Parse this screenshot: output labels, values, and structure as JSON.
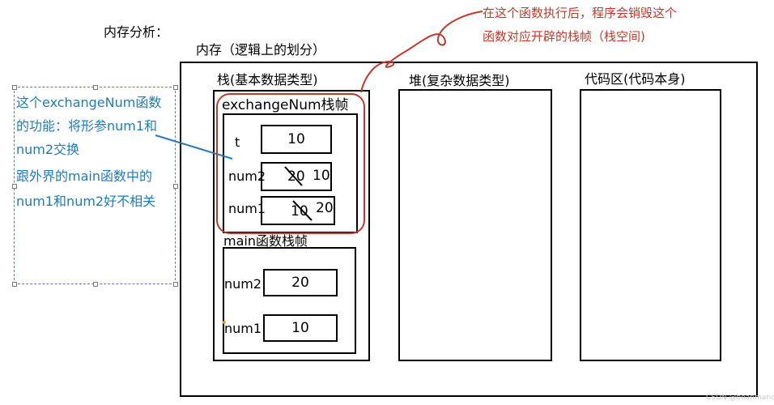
{
  "title": "内存分析：",
  "memory_label": "内存（逻辑上的划分）",
  "stack": {
    "label": "栈(基本数据类型)",
    "exchange_frame": {
      "label": "exchangeNum栈帧",
      "vars": [
        {
          "name": "t",
          "value": "10"
        },
        {
          "name": "num2",
          "old": "20",
          "new": "10"
        },
        {
          "name": "num1",
          "old": "10",
          "new": "20"
        }
      ]
    },
    "main_frame": {
      "label": "main函数栈帧",
      "vars": [
        {
          "name": "num2",
          "value": "20"
        },
        {
          "name": "num1",
          "value": "10"
        }
      ]
    }
  },
  "heap_label": "堆(复杂数据类型)",
  "code_label": "代码区(代码本身)",
  "note_lines": [
    "这个exchangeNum函数",
    "的功能：将形参num1和",
    "num2交换",
    "跟外界的main函数中的",
    "num1和num2好不相关"
  ],
  "callout_lines": [
    "在这个函数执行后，程序会销毁这个",
    "函数对应开辟的栈帧（栈空间)"
  ],
  "watermark": "CSDN @beanmanda",
  "colors": {
    "note": "#1f7ab8",
    "callout": "#c0392b"
  }
}
